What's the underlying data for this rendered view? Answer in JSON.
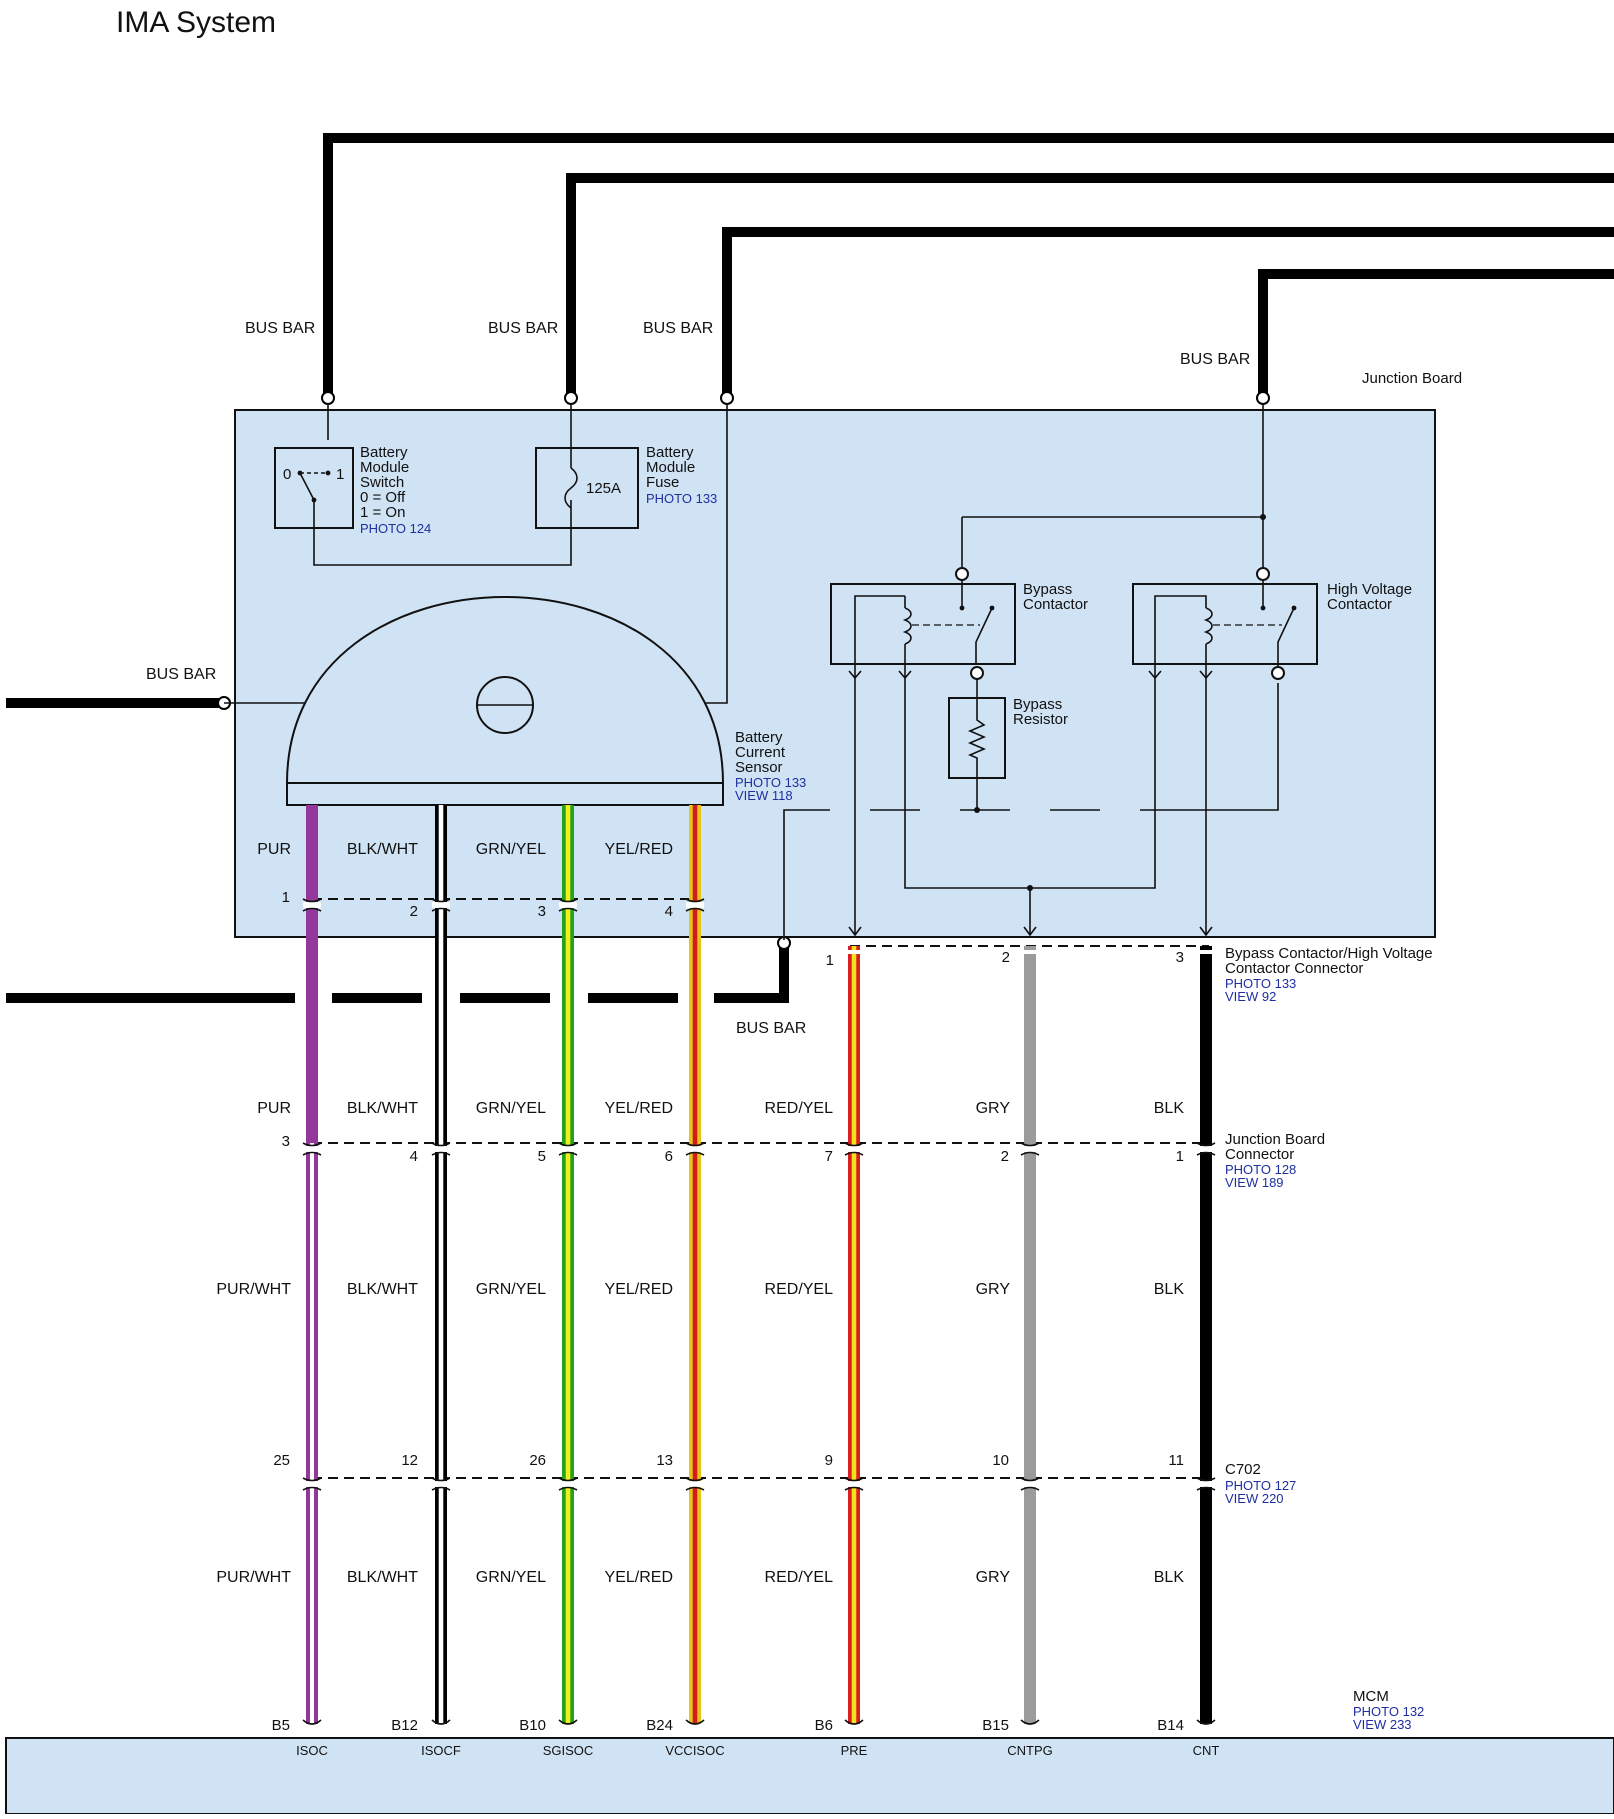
{
  "page": {
    "title": "IMA System"
  },
  "labels": {
    "bus_bar": "BUS BAR",
    "junction_board": "Junction Board",
    "fuse_rating": "125A",
    "switch_zero": "0",
    "switch_one": "1"
  },
  "components": {
    "battery_module_switch": {
      "lines": [
        "Battery",
        "Module",
        "Switch",
        "0 = Off",
        "1 = On"
      ],
      "ref": "PHOTO 124"
    },
    "battery_module_fuse": {
      "lines": [
        "Battery",
        "Module",
        "Fuse"
      ],
      "ref": "PHOTO 133"
    },
    "battery_current_sensor": {
      "lines": [
        "Battery",
        "Current",
        "Sensor"
      ],
      "refs": [
        "PHOTO 133",
        "VIEW 118"
      ]
    },
    "bypass_contactor": {
      "lines": [
        "Bypass",
        "Contactor"
      ]
    },
    "high_voltage_contactor": {
      "lines": [
        "High Voltage",
        "Contactor"
      ]
    },
    "bypass_resistor": {
      "lines": [
        "Bypass",
        "Resistor"
      ]
    }
  },
  "connectors": {
    "bypass_hv": {
      "lines": [
        "Bypass Contactor/High Voltage",
        "Contactor Connector"
      ],
      "refs": [
        "PHOTO 133",
        "VIEW 92"
      ]
    },
    "junction_board_connector": {
      "lines": [
        "Junction Board",
        "Connector"
      ],
      "refs": [
        "PHOTO 128",
        "VIEW 189"
      ]
    },
    "c702": {
      "lines": [
        "C702"
      ],
      "refs": [
        "PHOTO 127",
        "VIEW 220"
      ]
    },
    "mcm": {
      "lines": [
        "MCM"
      ],
      "refs": [
        "PHOTO 132",
        "VIEW 233"
      ]
    }
  },
  "wires": [
    {
      "id": "isoc",
      "row1": "PUR",
      "row2": "PUR",
      "row3": "PUR/WHT",
      "row4": "PUR/WHT",
      "pins": [
        "1",
        "3",
        "25"
      ],
      "mcm_pin": "B5",
      "terminal": "ISOC",
      "color": "#93379b",
      "stripe": "#ffffff"
    },
    {
      "id": "isocf",
      "row1": "BLK/WHT",
      "row2": "BLK/WHT",
      "row3": "BLK/WHT",
      "row4": "BLK/WHT",
      "pins": [
        "2",
        "4",
        "12"
      ],
      "mcm_pin": "B12",
      "terminal": "ISOCF",
      "color": "#000000",
      "stripe": "#ffffff"
    },
    {
      "id": "sgisoc",
      "row1": "GRN/YEL",
      "row2": "GRN/YEL",
      "row3": "GRN/YEL",
      "row4": "GRN/YEL",
      "pins": [
        "3",
        "5",
        "26"
      ],
      "mcm_pin": "B10",
      "terminal": "SGISOC",
      "color": "#24a41c",
      "stripe": "#f2ef1c"
    },
    {
      "id": "vccisoc",
      "row1": "YEL/RED",
      "row2": "YEL/RED",
      "row3": "YEL/RED",
      "row4": "YEL/RED",
      "pins": [
        "4",
        "6",
        "13"
      ],
      "mcm_pin": "B24",
      "terminal": "VCCISOC",
      "color": "#e8c419",
      "stripe": "#d21c1c"
    },
    {
      "id": "pre",
      "row2": "RED/YEL",
      "row3": "RED/YEL",
      "row4": "RED/YEL",
      "pins": [
        "1",
        "7",
        "9"
      ],
      "mcm_pin": "B6",
      "terminal": "PRE",
      "color": "#d82020",
      "stripe": "#f2e21c"
    },
    {
      "id": "cntpg",
      "row2": "GRY",
      "row3": "GRY",
      "row4": "GRY",
      "pins": [
        "2",
        "2",
        "10"
      ],
      "mcm_pin": "B15",
      "terminal": "CNTPG",
      "color": "#9b9b9b"
    },
    {
      "id": "cnt",
      "row2": "BLK",
      "row3": "BLK",
      "row4": "BLK",
      "pins": [
        "3",
        "1",
        "11"
      ],
      "mcm_pin": "B14",
      "terminal": "CNT",
      "color": "#000000"
    }
  ]
}
